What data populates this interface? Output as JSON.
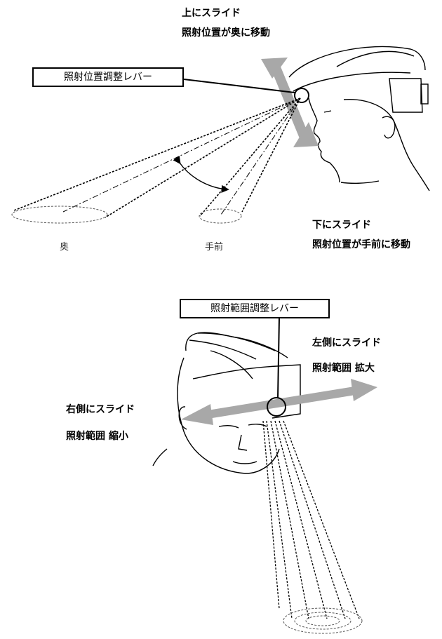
{
  "top": {
    "lever_label": "照射位置調整レバー",
    "slide_up": {
      "line1": "上にスライド",
      "line2": "照射位置が奥に移動"
    },
    "slide_down": {
      "line1": "下にスライド",
      "line2": "照射位置が手前に移動"
    },
    "far_label": "奥",
    "near_label": "手前"
  },
  "bottom": {
    "lever_label": "照射範囲調整レバー",
    "slide_left": {
      "line1": "左側にスライド",
      "line2": "照射範囲  拡大"
    },
    "slide_right": {
      "line1": "右側にスライド",
      "line2": "照射範囲  縮小"
    }
  },
  "colors": {
    "arrow": "#a8a8a8",
    "line": "#000000"
  }
}
